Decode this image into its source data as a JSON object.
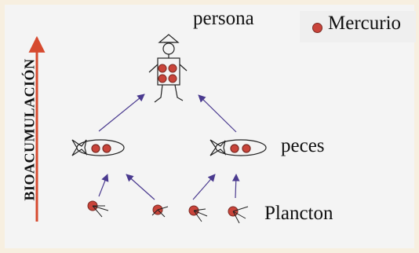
{
  "labels": {
    "top": "persona",
    "middle": "peces",
    "bottom": "Plancton",
    "axis": "BIOACUMULACIÓN"
  },
  "legend": {
    "label": "Mercurio",
    "dot_color": "#c9443a"
  },
  "colors": {
    "axis_arrow": "#d64a2f",
    "flow_arrows": "#4a3a8f",
    "outline": "#222222",
    "background": "#f4f4f4"
  }
}
